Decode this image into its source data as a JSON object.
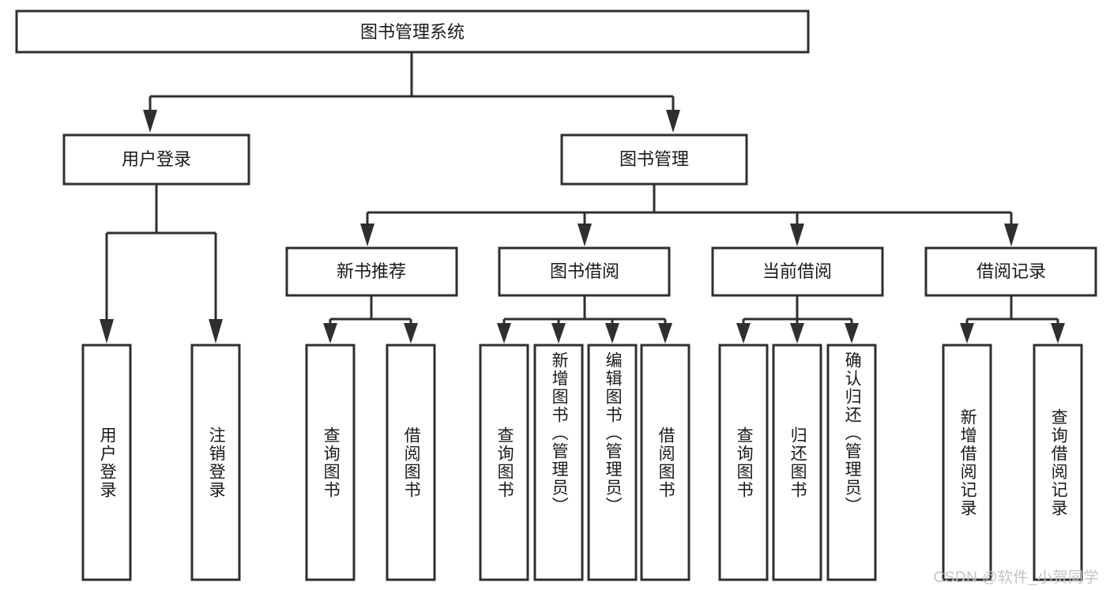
{
  "diagram": {
    "type": "tree-hierarchy",
    "title_node": {
      "label": "图书管理系统"
    },
    "level2": [
      {
        "label": "用户登录"
      },
      {
        "label": "图书管理"
      }
    ],
    "level3": [
      {
        "label": "新书推荐"
      },
      {
        "label": "图书借阅"
      },
      {
        "label": "当前借阅"
      },
      {
        "label": "借阅记录"
      }
    ],
    "leaves": {
      "user_login": [
        {
          "label": "用户登录"
        },
        {
          "label": "注销登录"
        }
      ],
      "new_book_recommend": [
        {
          "label": "查询图书"
        },
        {
          "label": "借阅图书"
        }
      ],
      "book_borrow": [
        {
          "label": "查询图书"
        },
        {
          "label": "新增图书（管理员）"
        },
        {
          "label": "编辑图书（管理员）"
        },
        {
          "label": "借阅图书"
        }
      ],
      "current_borrow": [
        {
          "label": "查询图书"
        },
        {
          "label": "归还图书"
        },
        {
          "label": "确认归还（管理员）"
        }
      ],
      "borrow_record": [
        {
          "label": "新增借阅记录"
        },
        {
          "label": "查询借阅记录"
        }
      ]
    }
  },
  "watermark": {
    "text": "CSDN @软件_小贺同学"
  },
  "colors": {
    "stroke": "#2f2f2f",
    "fill": "#ffffff",
    "text": "#1a1a1a",
    "watermark": "#c3c3c3"
  }
}
